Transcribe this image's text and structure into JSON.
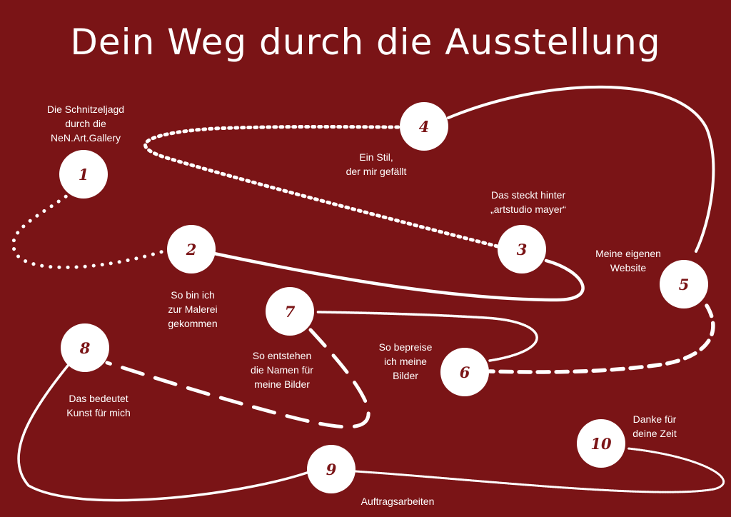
{
  "title": "Dein Weg durch die Ausstellung",
  "colors": {
    "background": "#7a1416",
    "foreground": "#ffffff"
  },
  "stations": [
    {
      "number": "1",
      "label": "Die Schnitzeljagd\ndurch die\nNeN.Art.Gallery"
    },
    {
      "number": "2",
      "label": "So bin ich\nzur Malerei\ngekommen"
    },
    {
      "number": "3",
      "label": "Das steckt hinter\n„artstudio mayer“"
    },
    {
      "number": "4",
      "label": "Ein Stil,\nder mir gefällt"
    },
    {
      "number": "5",
      "label": "Meine eigenen\nWebsite"
    },
    {
      "number": "6",
      "label": "So bepreise\nich meine\nBilder"
    },
    {
      "number": "7",
      "label": "So entstehen\ndie Namen für\nmeine Bilder"
    },
    {
      "number": "8",
      "label": "Das bedeutet\nKunst für mich"
    },
    {
      "number": "9",
      "label": "Auftragsarbeiten"
    },
    {
      "number": "10",
      "label": "Danke für\ndeine Zeit"
    }
  ]
}
